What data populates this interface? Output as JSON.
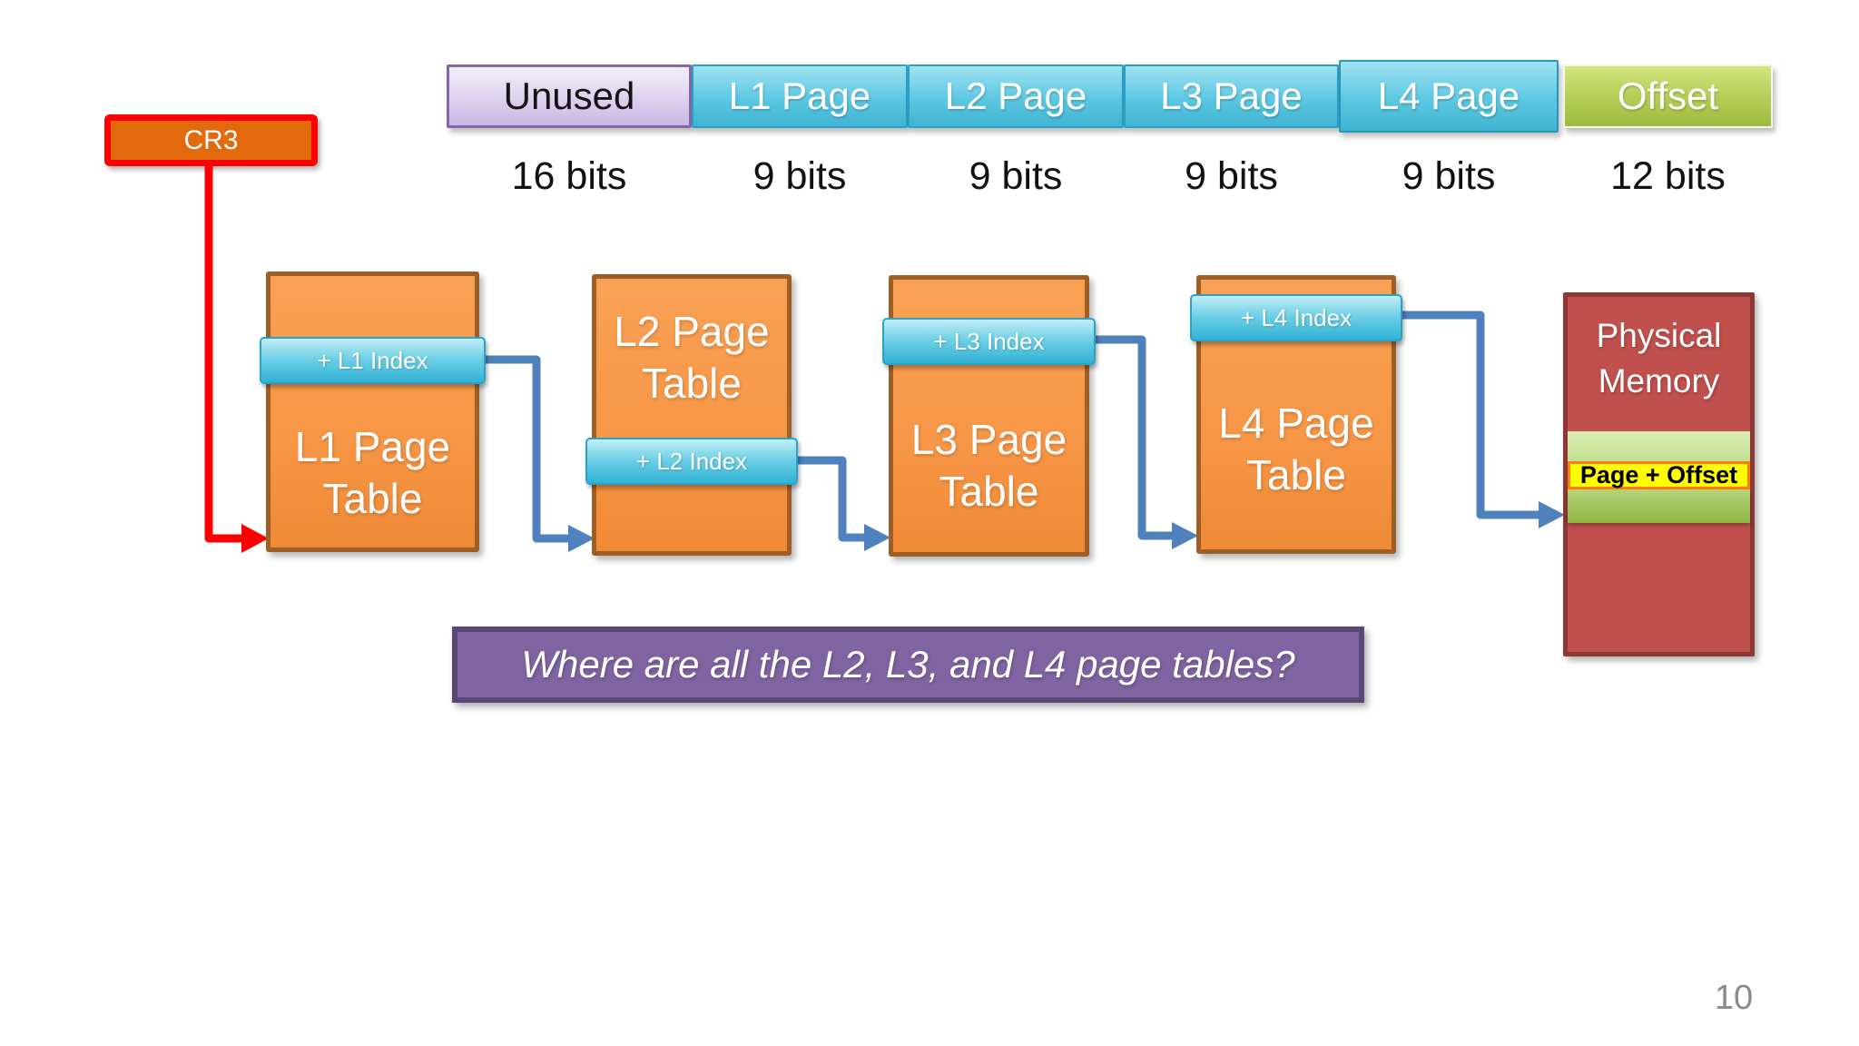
{
  "page": {
    "number": "10"
  },
  "address_bar": {
    "segments": [
      {
        "label": "Unused",
        "bits": "16 bits",
        "fill": "#d4c5e8",
        "border": "#8368a8"
      },
      {
        "label": "L1 Page",
        "bits": "9 bits",
        "fill": "#4ec3e0",
        "border": "#2e9fc4"
      },
      {
        "label": "L2 Page",
        "bits": "9 bits",
        "fill": "#4ec3e0",
        "border": "#2e9fc4"
      },
      {
        "label": "L3 Page",
        "bits": "9 bits",
        "fill": "#4ec3e0",
        "border": "#2e9fc4"
      },
      {
        "label": "L4 Page",
        "bits": "9 bits",
        "fill": "#4ec3e0",
        "border": "#2795ba"
      },
      {
        "label": "Offset",
        "bits": "12 bits",
        "fill": "#a9c74a",
        "border": "#ffffff"
      }
    ]
  },
  "cr3": {
    "label": "CR3",
    "fill": "#e2690c",
    "border": "#fe0000"
  },
  "page_tables": [
    {
      "title_line1": "L1 Page",
      "title_line2": "Table",
      "index_label": "+ L1 Index"
    },
    {
      "title_line1": "L2 Page",
      "title_line2": "Table",
      "index_label": "+ L2 Index"
    },
    {
      "title_line1": "L3 Page",
      "title_line2": "Table",
      "index_label": "+ L3 Index"
    },
    {
      "title_line1": "L4 Page",
      "title_line2": "Table",
      "index_label": "+ L4 Index"
    }
  ],
  "physical_memory": {
    "title_line1": "Physical",
    "title_line2": "Memory",
    "frame_label": "Page + Offset",
    "fill": "#c0504d",
    "frame_yellow": "#ffff00",
    "frame_green": "#9dc24f"
  },
  "question": {
    "text": "Where are all the L2, L3, and L4 page tables?",
    "fill": "#8064a2"
  },
  "colors": {
    "table_orange": "#f79646",
    "table_border": "#9e5f27",
    "index_strip_cyan": "#41bad7",
    "arrow_blue": "#4f81bd",
    "arrow_red": "#fe0000"
  }
}
